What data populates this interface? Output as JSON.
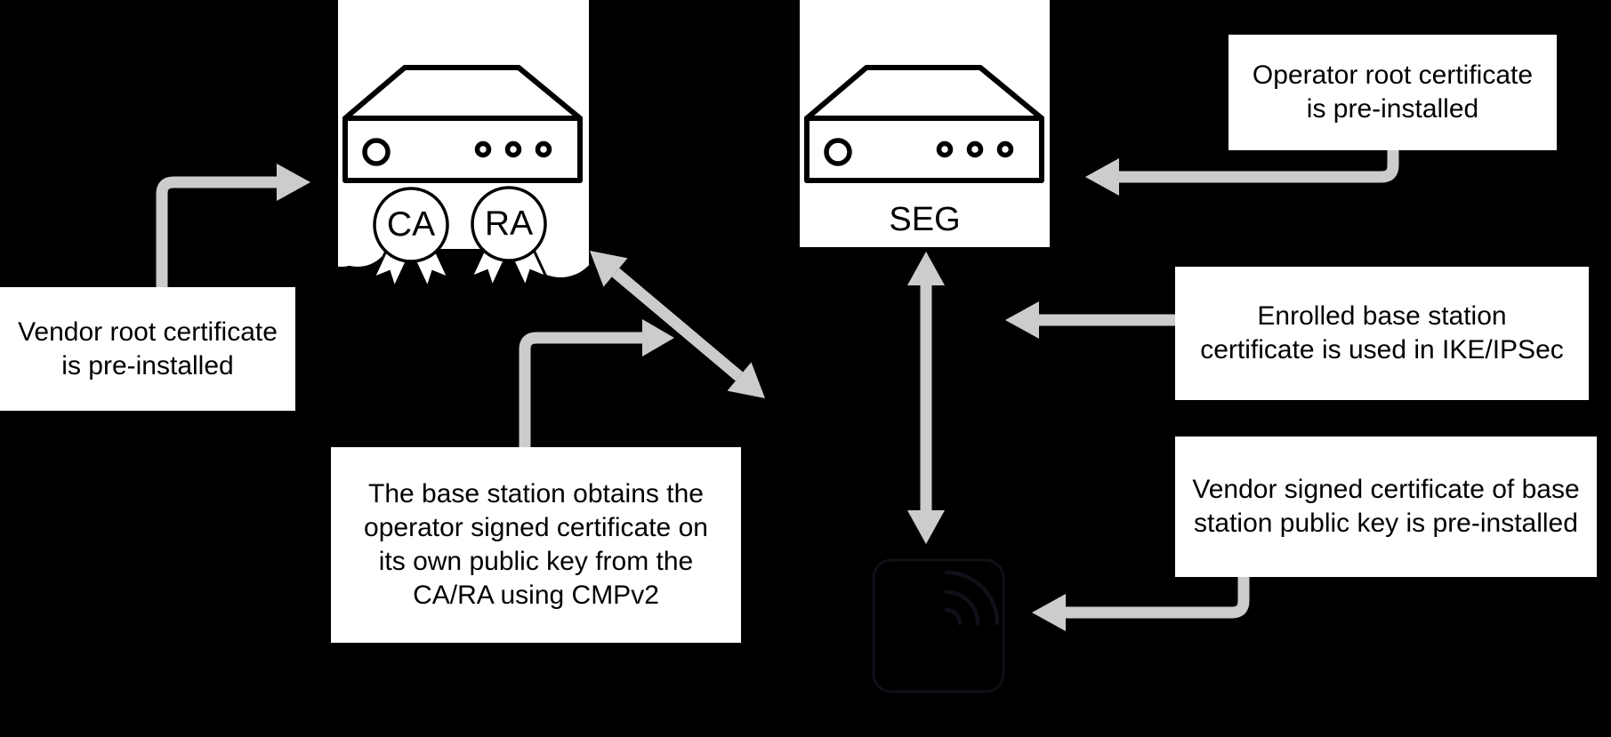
{
  "colors": {
    "background": "#000000",
    "box_fill": "#ffffff",
    "box_text": "#000000",
    "arrow": "#cccccc",
    "line_art": "#000000",
    "base_station_stroke": "#101018"
  },
  "nodes": {
    "ca_ra": {
      "icon": "server-icon",
      "seals": [
        {
          "icon": "rosette-seal-icon",
          "label": "CA"
        },
        {
          "icon": "rosette-seal-icon",
          "label": "RA"
        }
      ]
    },
    "seg": {
      "icon": "server-icon",
      "label": "SEG"
    },
    "base_station": {
      "icon": "wireless-base-station-icon"
    }
  },
  "callouts": {
    "vendor_root": {
      "lines": [
        "Vendor root certificate",
        "is pre-installed"
      ]
    },
    "operator_root": {
      "lines": [
        "Operator root certificate",
        "is pre-installed"
      ]
    },
    "enrolled_cert": {
      "lines": [
        "Enrolled base station",
        "certificate is used in IKE/IPSec"
      ]
    },
    "vendor_signed": {
      "lines": [
        "Vendor signed certificate of base",
        "station public key is pre-installed"
      ]
    },
    "cmpv2": {
      "lines": [
        "The base station obtains the",
        "operator signed certificate on",
        "its own public key from the",
        "CA/RA using CMPv2"
      ]
    }
  }
}
